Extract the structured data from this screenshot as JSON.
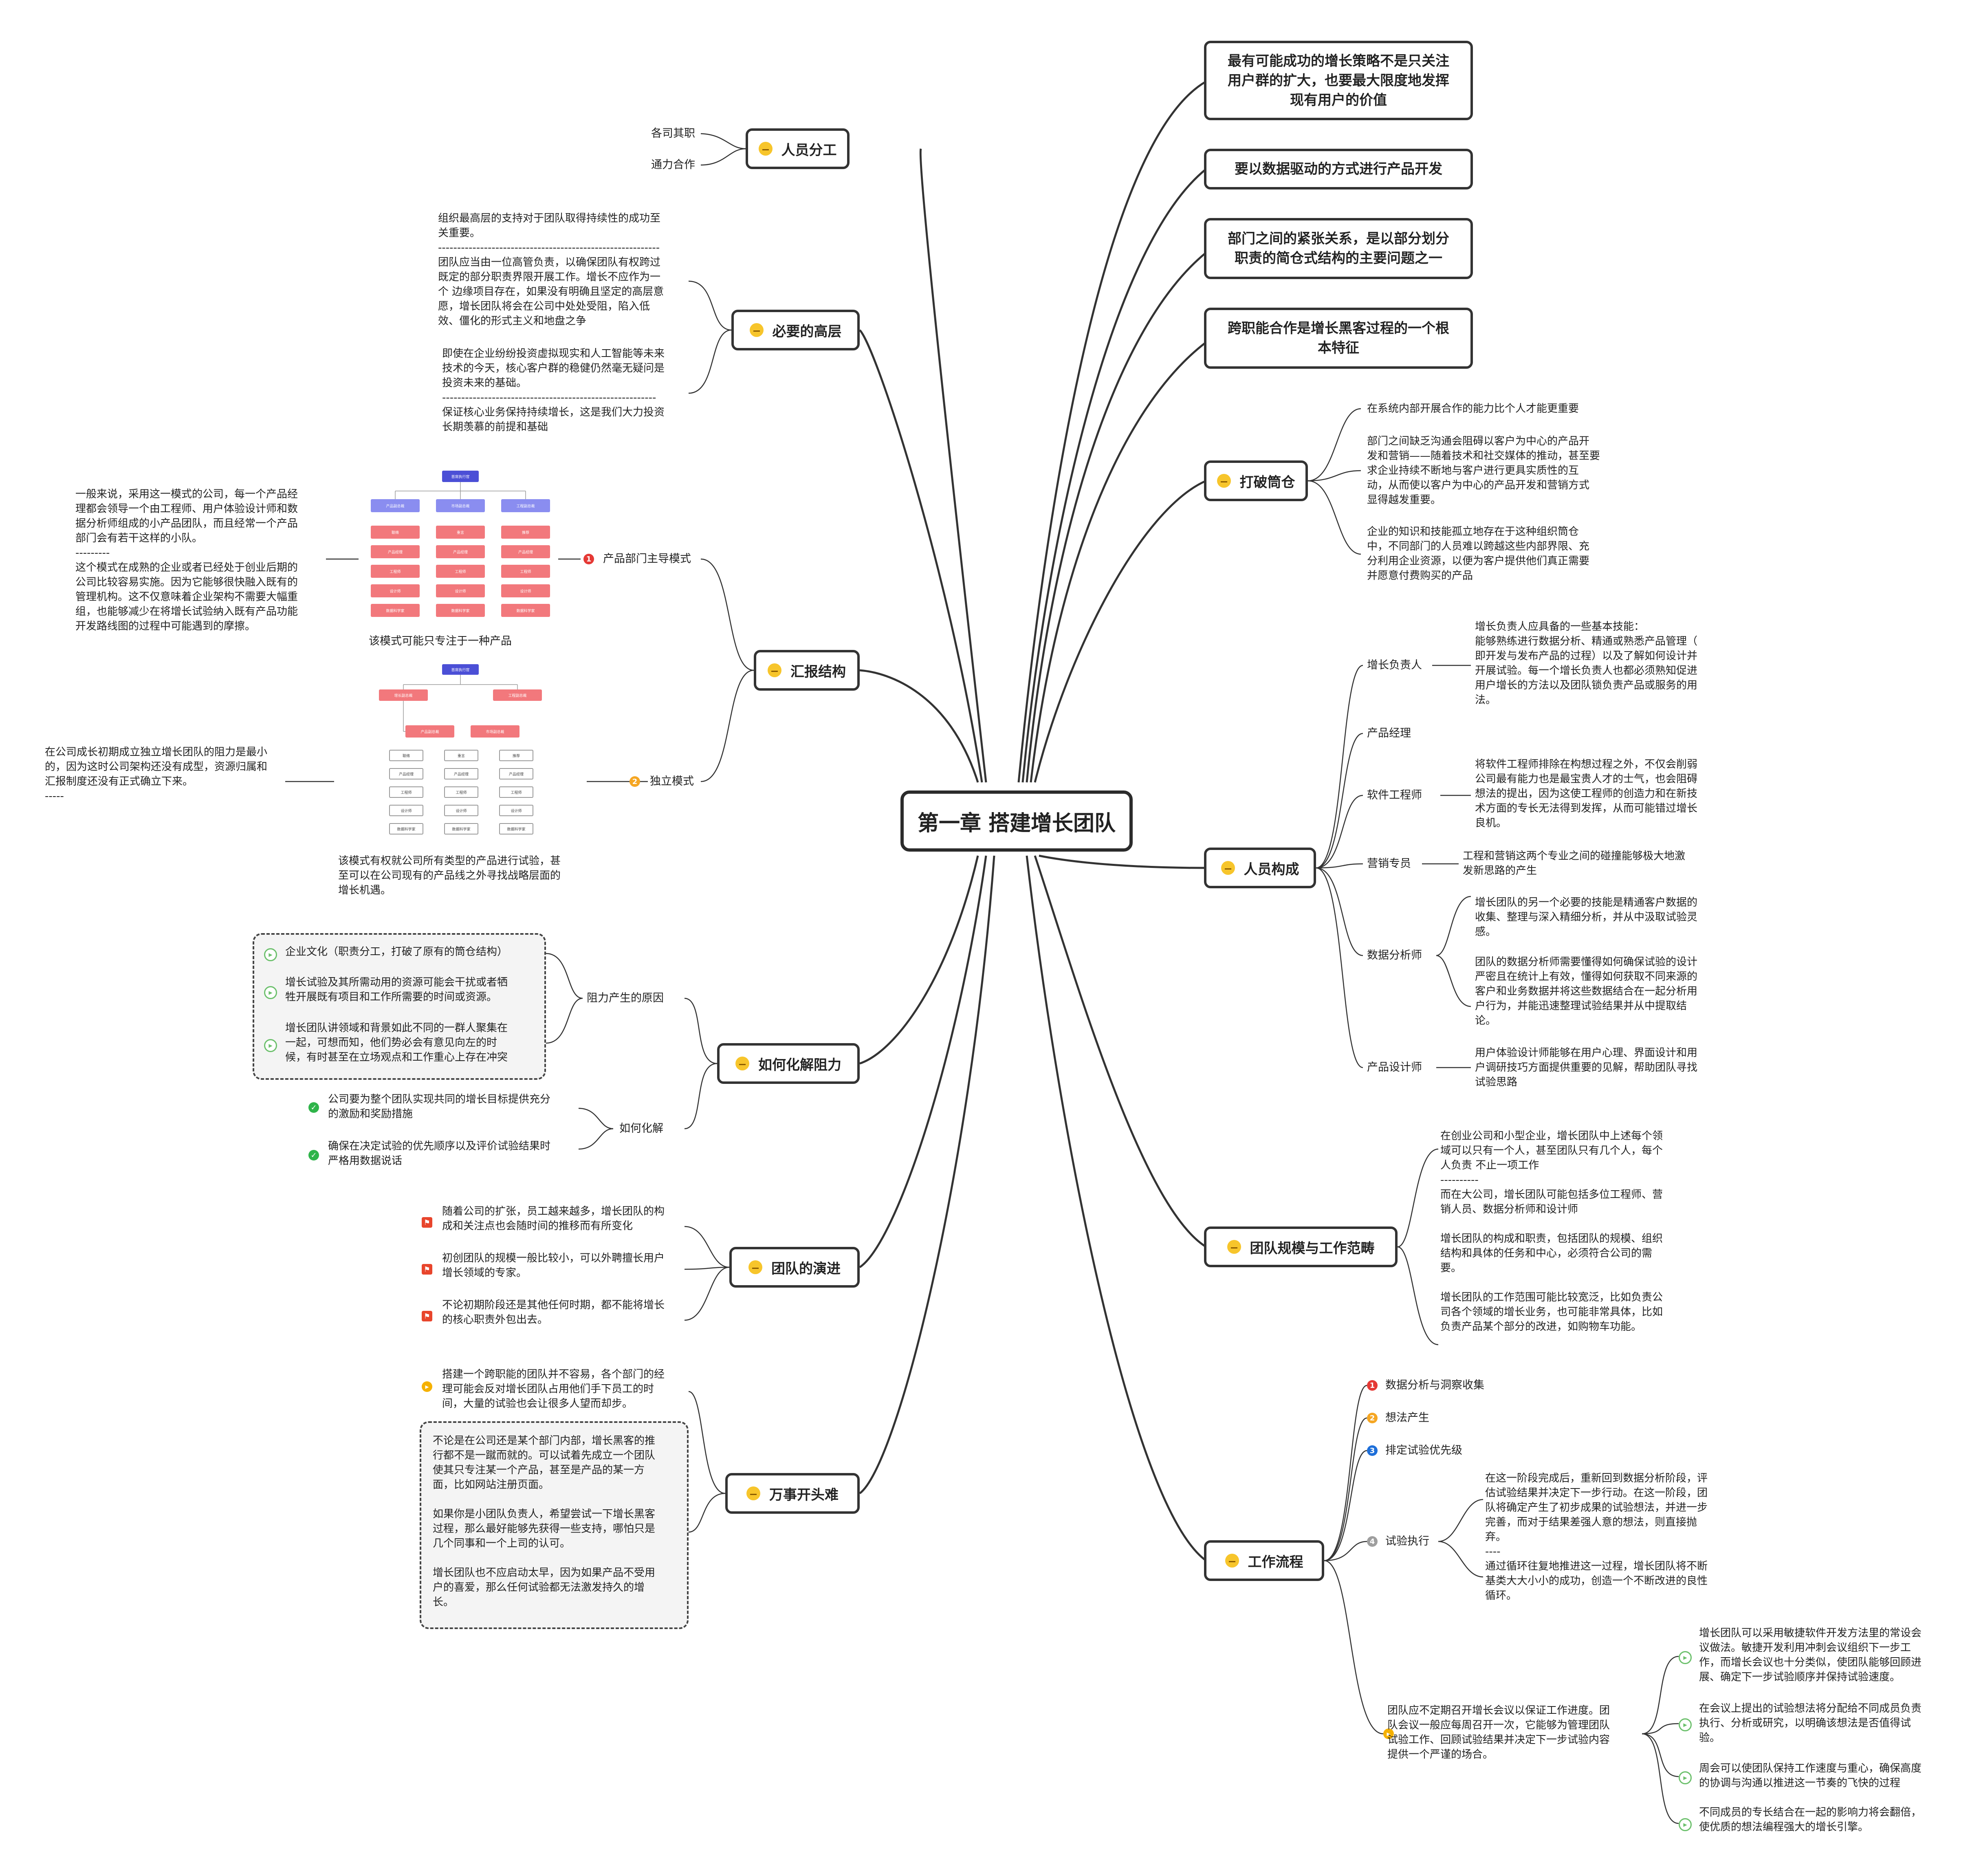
{
  "central": "第一章 搭建增长团队",
  "right": {
    "top_cards": [
      "最有可能成功的增长策略不是只关注\n用户群的扩大，也要最大限度地发挥\n现有用户的价值",
      "要以数据驱动的方式进行产品开发",
      "部门之间的紧张关系，是以部分划分\n职责的简仓式结构的主要问题之一",
      "跨职能合作是增长黑客过程的一个根\n本特征"
    ],
    "breaking_silos": {
      "title": "打破筒仓",
      "items": [
        "在系统内部开展合作的能力比个人才能更重要",
        "部门之间缺乏沟通会阻碍以客户为中心的产品开\n发和营销——随着技术和社交媒体的推动，甚至要\n求企业持续不断地与客户进行更具实质性的互\n动，从而使以客户为中心的产品开发和营销方式\n显得越发重要。",
        "企业的知识和技能孤立地存在于这种组织筒仓\n中，不同部门的人员难以跨越这些内部界限、充\n分利用企业资源，以便为客户提供他们真正需要\n并愿意付费购买的产品"
      ]
    },
    "staffing": {
      "title": "人员构成",
      "roles": [
        {
          "name": "增长负责人",
          "desc": "增长负责人应具备的一些基本技能：\n能够熟练进行数据分析、精通或熟悉产品管理（\n即开发与发布产品的过程）以及了解如何设计并\n开展试验。每一个增长负责人也都必须熟知促进\n用户增长的方法以及团队锁负责产品或服务的用\n法。"
        },
        {
          "name": "产品经理",
          "desc": ""
        },
        {
          "name": "软件工程师",
          "desc": "将软件工程师排除在构想过程之外，不仅会削弱\n公司最有能力也是最宝贵人才的士气，也会阻碍\n想法的提出，因为这使工程师的创造力和在新技\n术方面的专长无法得到发挥，从而可能错过增长\n良机。"
        },
        {
          "name": "营销专员",
          "desc": "工程和营销这两个专业之间的碰撞能够极大地激\n发新思路的产生"
        },
        {
          "name": "数据分析师",
          "desc": "增长团队的另一个必要的技能是精通客户数据的\n收集、整理与深入精细分析，并从中汲取试验灵\n感。",
          "desc2": "团队的数据分析师需要懂得如何确保试验的设计\n严密且在统计上有效，懂得如何获取不同来源的\n客户和业务数据并将这些数据结合在一起分析用\n户行为，并能迅速整理试验结果并从中提取结\n论。"
        },
        {
          "name": "产品设计师",
          "desc": "用户体验设计师能够在用户心理、界面设计和用\n户调研技巧方面提供重要的见解，帮助团队寻找\n试验思路"
        }
      ]
    },
    "team_scale": {
      "title": "团队规模与工作范畴",
      "text": "在创业公司和小型企业，增长团队中上述每个领\n域可以只有一个人，甚至团队只有几个人，每个\n人负责 不止一项工作\n----------\n而在大公司，增长团队可能包括多位工程师、营\n销人员、数据分析师和设计师\n\n增长团队的构成和职责，包括团队的规模、组织\n结构和具体的任务和中心，必须符合公司的需\n要。\n\n增长团队的工作范围可能比较宽泛，比如负责公\n司各个领域的增长业务，也可能非常具体，比如\n负责产品某个部分的改进，如购物车功能。"
    },
    "workflow": {
      "title": "工作流程",
      "steps": [
        "数据分析与洞察收集",
        "想法产生",
        "排定试验优先级",
        "试验执行"
      ],
      "exec_text": "在这一阶段完成后，重新回到数据分析阶段，评\n估试验结果并决定下一步行动。在这一阶段，团\n队将确定产生了初步成果的试验想法，并进一步\n完善，而对于结果差强人意的想法，则直接抛\n弃。\n----\n通过循环往复地推进这一过程，增长团队将不断\n基类大大小小的成功，创造一个不断改进的良性\n循环。",
      "meeting": "团队应不定期召开增长会议以保证工作进度。团\n队会议一般应每周召开一次，它能够为管理团队\n试验工作、回顾试验结果并决定下一步试验内容\n提供一个严谨的场合。",
      "meeting_points": [
        "增长团队可以采用敏捷软件开发方法里的常设会\n议做法。敏捷开发利用冲刺会议组织下一步工\n作，而增长会议也十分类似，使团队能够回顾进\n展、确定下一步试验顺序并保持试验速度。",
        "在会议上提出的试验想法将分配给不同成员负责\n执行、分析或研究，以明确该想法是否值得试\n验。",
        "周会可以使团队保持工作速度与重心，确保高度\n的协调与沟通以推进这一节奏的飞快的过程",
        "不同成员的专长结合在一起的影响力将会翻倍，\n使优质的想法编程强大的增长引擎。"
      ]
    }
  },
  "left": {
    "division": {
      "title": "人员分工",
      "items": [
        "各司其职",
        "通力合作"
      ]
    },
    "senior": {
      "title": "必要的高层",
      "text1": "组织最高层的支持对于团队取得持续性的成功至\n关重要。\n----------------------------------------------------------\n团队应当由一位高管负责，以确保团队有权跨过\n既定的部分职责界限开展工作。增长不应作为一\n个 边缘项目存在，如果没有明确且坚定的高层意\n愿，增长团队将会在公司中处处受阻，陷入低\n效、僵化的形式主义和地盘之争",
      "text2": "即使在企业纷纷投资虚拟现实和人工智能等未来\n技术的今天，核心客户群的稳健仍然毫无疑问是\n投资未来的基础。\n--------------------------------------------------------\n保证核心业务保持持续增长，这是我们大力投资\n长期羡慕的前提和基础"
    },
    "reporting": {
      "title": "汇报结构",
      "mode1_label": "产品部门主导模式",
      "mode1_note": "一般来说，采用这一模式的公司，每一个产品经\n理都会领导一个由工程师、用户体验设计师和数\n据分析师组成的小产品团队，而且经常一个产品\n部门会有若干这样的小队。\n---------\n这个模式在成熟的企业或者已经处于创业后期的\n公司比较容易实施。因为它能够很快融入既有的\n管理机构。这不仅意味着企业架构不需要大幅重\n组，也能够减少在将增长试验纳入既有产品功能\n开发路线图的过程中可能遇到的摩擦。",
      "mode1_caption": "该模式可能只专注于一种产品",
      "mode2_label": "独立模式",
      "mode2_note": "在公司成长初期成立独立增长团队的阻力是最小\n的，因为这时公司架构还没有成型，资源归属和\n汇报制度还没有正式确立下来。\n-----",
      "mode2_caption": "该模式有权就公司所有类型的产品进行试验，甚\n至可以在公司现有的产品线之外寻找战略层面的\n增长机遇。"
    },
    "resistance": {
      "title": "如何化解阻力",
      "causes_label": "阻力产生的原因",
      "causes": [
        "企业文化（职责分工，打破了原有的筒仓结构）",
        "增长试验及其所需动用的资源可能会干扰或者牺\n牲开展既有项目和工作所需要的时间或资源。",
        "增长团队讲领域和背景如此不同的一群人聚集在\n一起，可想而知，他们势必会有意见向左的时\n候，有时甚至在立场观点和工作重心上存在冲突"
      ],
      "solve_label": "如何化解",
      "solutions": [
        "公司要为整个团队实现共同的增长目标提供充分\n的激励和奖励措施",
        "确保在决定试验的优先顺序以及评价试验结果时\n严格用数据说话"
      ]
    },
    "evolution": {
      "title": "团队的演进",
      "items": [
        "随着公司的扩张，员工越来越多，增长团队的构\n成和关注点也会随时间的推移而有所变化",
        "初创团队的规模一般比较小，可以外聘擅长用户\n增长领域的专家。",
        "不论初期阶段还是其他任何时期，都不能将增长\n的核心职责外包出去。"
      ]
    },
    "start": {
      "title": "万事开头难",
      "top": "搭建一个跨职能的团队并不容易，各个部门的经\n理可能会反对增长团队占用他们手下员工的时\n间，大量的试验也会让很多人望而却步。",
      "box": "不论是在公司还是某个部门内部，增长黑客的推\n行都不是一蹴而就的。可以试着先成立一个团队\n使其只专注某一个产品，甚至是产品的某一方\n面，比如网站注册页面。\n\n如果你是小团队负责人，希望尝试一下增长黑客\n过程，那么最好能够先获得一些支持，哪怕只是\n几个同事和一个上司的认可。\n\n增长团队也不应启动太早，因为如果产品不受用\n户的喜爱，那么任何试验都无法激发持久的增\n长。"
    }
  },
  "org1": {
    "top": "首席执行官",
    "row2": [
      "产品副总裁",
      "市场副总裁",
      "工程副总裁"
    ],
    "cols": [
      [
        "联络",
        "产品经理",
        "工程师",
        "设计师",
        "数据科学家"
      ],
      [
        "重言",
        "产品经理",
        "工程师",
        "设计师",
        "数据科学家"
      ],
      [
        "推荐",
        "产品经理",
        "工程师",
        "设计师",
        "数据科学家"
      ]
    ]
  },
  "org2": {
    "top": "首席执行官",
    "row2": [
      "增长副总裁",
      "工程副总裁"
    ],
    "row3": [
      "产品副总裁",
      "市场副总裁"
    ],
    "cols": [
      [
        "联络",
        "产品经理",
        "工程师",
        "设计师",
        "数据科学家"
      ],
      [
        "重言",
        "产品经理",
        "工程师",
        "设计师",
        "数据科学家"
      ],
      [
        "推荐",
        "产品经理",
        "工程师",
        "设计师",
        "数据科学家"
      ]
    ]
  },
  "colors": {
    "line": "#333333",
    "accent_red": "#e53935",
    "accent_yellow": "#f5a623",
    "accent_blue": "#1e6fd9"
  }
}
